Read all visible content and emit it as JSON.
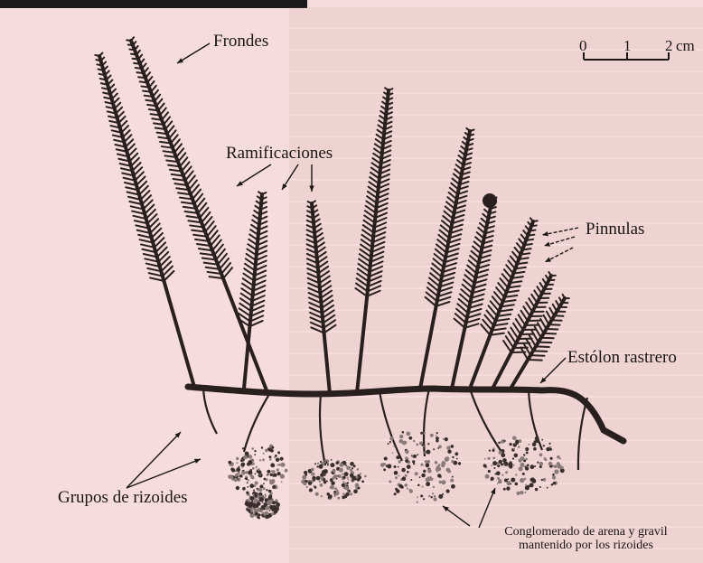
{
  "labels": {
    "frondes": "Frondes",
    "ramificaciones": "Ramificaciones",
    "pinnulas": "Pinnulas",
    "estolon": "Estólon rastrero",
    "rizoides": "Grupos de rizoides",
    "conglomerado_line1": "Conglomerado de arena y gravil",
    "conglomerado_line2": "mantenido por los rizoides"
  },
  "scale_bar": {
    "ticks": [
      "0",
      "1",
      "2"
    ],
    "unit": "cm"
  },
  "colors": {
    "background": "#f6dcdc",
    "alga": "#2a1f1f",
    "text": "#1a1512"
  }
}
